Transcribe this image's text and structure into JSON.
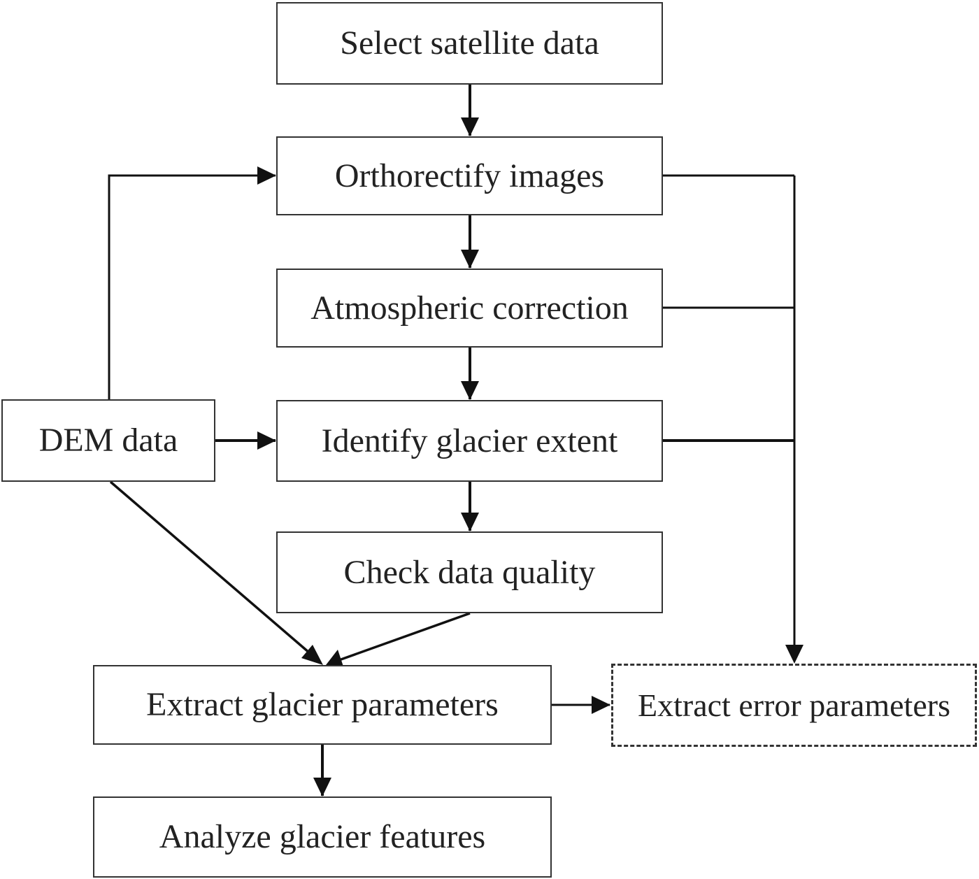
{
  "flowchart": {
    "boxes": {
      "select_satellite": "Select satellite data",
      "orthorectify": "Orthorectify images",
      "atmospheric": "Atmospheric correction",
      "identify_extent": "Identify glacier extent",
      "check_quality": "Check data quality",
      "dem_data": "DEM data",
      "extract_glacier_params": "Extract glacier parameters",
      "extract_error_params": "Extract error parameters",
      "analyze_features": "Analyze glacier features"
    },
    "colors": {
      "line": "#111111",
      "box_border": "#333333",
      "text": "#222222"
    }
  }
}
